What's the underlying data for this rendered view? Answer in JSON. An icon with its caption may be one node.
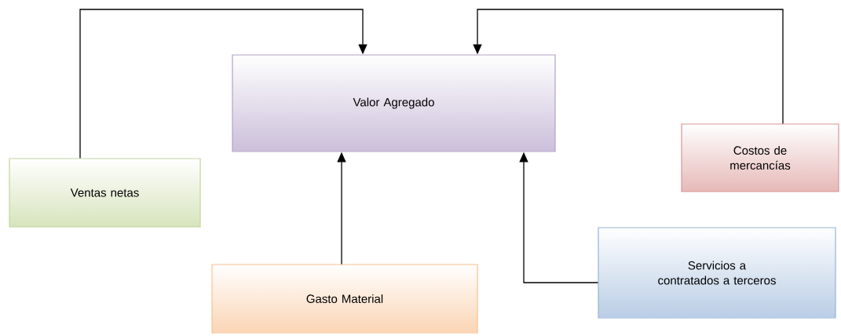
{
  "diagram": {
    "nodes": [
      {
        "text": [
          "Valor  Agregado"
        ]
      },
      {
        "text": [
          "Ventas netas"
        ]
      },
      {
        "text": [
          "Costos de mercancías"
        ]
      },
      {
        "text": [
          "Gasto Material"
        ]
      },
      {
        "text": [
          "Servicios a  contratados a terceros"
        ]
      }
    ],
    "edges": [
      {
        "from": 1,
        "to": 0,
        "arrow": "to"
      },
      {
        "from": 2,
        "to": 0,
        "arrow": "to"
      },
      {
        "from": 3,
        "to": 0,
        "arrow": "to"
      },
      {
        "from": 4,
        "to": 0,
        "arrow": "to"
      }
    ]
  }
}
